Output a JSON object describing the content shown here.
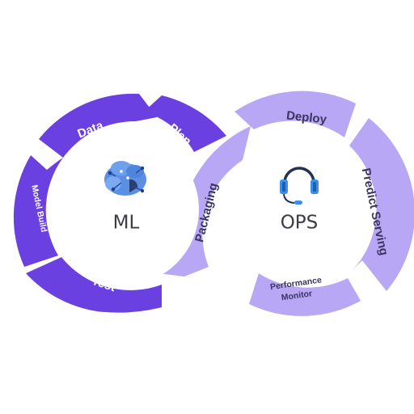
{
  "colors": {
    "ml_dark": "#6a40e0",
    "ops_light": "#b7a7f5",
    "ops_label": "#3b3560",
    "center_text": "#3c3c46",
    "brain_blue": "#4e8fe0",
    "headset_blue": "#2f7fd6"
  },
  "ml": {
    "center_label": "ML",
    "icon": "brain-network-icon",
    "segments": [
      "Data",
      "Plan",
      "Model Build",
      "Test"
    ]
  },
  "ops": {
    "center_label": "OPS",
    "icon": "headset-icon",
    "segments": [
      "Deploy",
      "Predict Serving",
      "Packaging"
    ],
    "performance_monitor": [
      "Performance",
      "Monitor"
    ]
  }
}
